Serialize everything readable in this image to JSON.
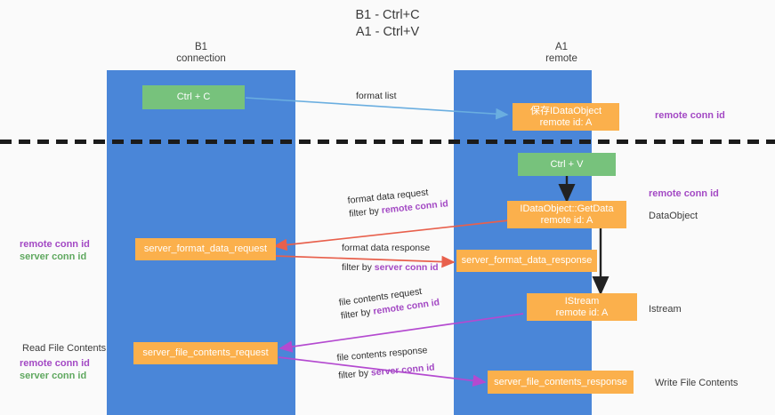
{
  "title": {
    "line1": "B1 - Ctrl+C",
    "line2": "A1 - Ctrl+V"
  },
  "columns": {
    "left": {
      "name": "B1",
      "role": "connection"
    },
    "right": {
      "name": "A1",
      "role": "remote"
    }
  },
  "boxes": {
    "ctrl_c": {
      "line1": "Ctrl + C",
      "line2": ""
    },
    "ctrl_v": {
      "line1": "Ctrl + V",
      "line2": ""
    },
    "dataobject_saved": {
      "line1": "保存IDataObject",
      "line2": "remote id: A"
    },
    "getdata": {
      "line1": "IDataObject::GetData",
      "line2": "remote id: A"
    },
    "istream": {
      "line1": "IStream",
      "line2": "remote id: A"
    },
    "server_format_data_request": {
      "line1": "server_format_data_request",
      "line2": ""
    },
    "server_format_data_response": {
      "line1": "server_format_data_response",
      "line2": ""
    },
    "server_file_contents_request": {
      "line1": "server_file_contents_request",
      "line2": ""
    },
    "server_file_contents_response": {
      "line1": "server_file_contents_response",
      "line2": ""
    }
  },
  "edges": {
    "format_list": {
      "line1": "format list",
      "line2": "",
      "filter": ""
    },
    "format_data_request": {
      "line1": "format data request",
      "line2": "filter by ",
      "filter": "remote conn id"
    },
    "format_data_response": {
      "line1": "format data response",
      "line2": "filter by ",
      "filter": "server conn id"
    },
    "file_contents_request": {
      "line1": "file contents request",
      "line2": "filter by ",
      "filter": "remote conn id"
    },
    "file_contents_response": {
      "line1": "file contents response",
      "line2": "filter by ",
      "filter": "server conn id"
    }
  },
  "annotations": {
    "right_remote_conn_top": "remote conn id",
    "right_remote_conn_mid": "remote conn id",
    "right_dataobject": "DataObject",
    "right_istream": "Istream",
    "right_write_file_contents": "Write File Contents",
    "left_remote_conn_mid": "remote conn id",
    "left_server_conn_mid": "server conn id",
    "left_read_file_contents": "Read File Contents",
    "left_remote_conn_bottom": "remote conn id",
    "left_server_conn_bottom": "server conn id"
  },
  "colors": {
    "column": "#4a86d8",
    "green_box": "#77c27c",
    "orange_box": "#fbb04c",
    "purple_text": "#a349c4",
    "green_text": "#5fa85f",
    "arrow_blue": "#6aaee0",
    "arrow_red": "#e8604c",
    "arrow_purple": "#b44ad0",
    "arrow_black": "#222222",
    "divider": "#1b1b1b"
  }
}
